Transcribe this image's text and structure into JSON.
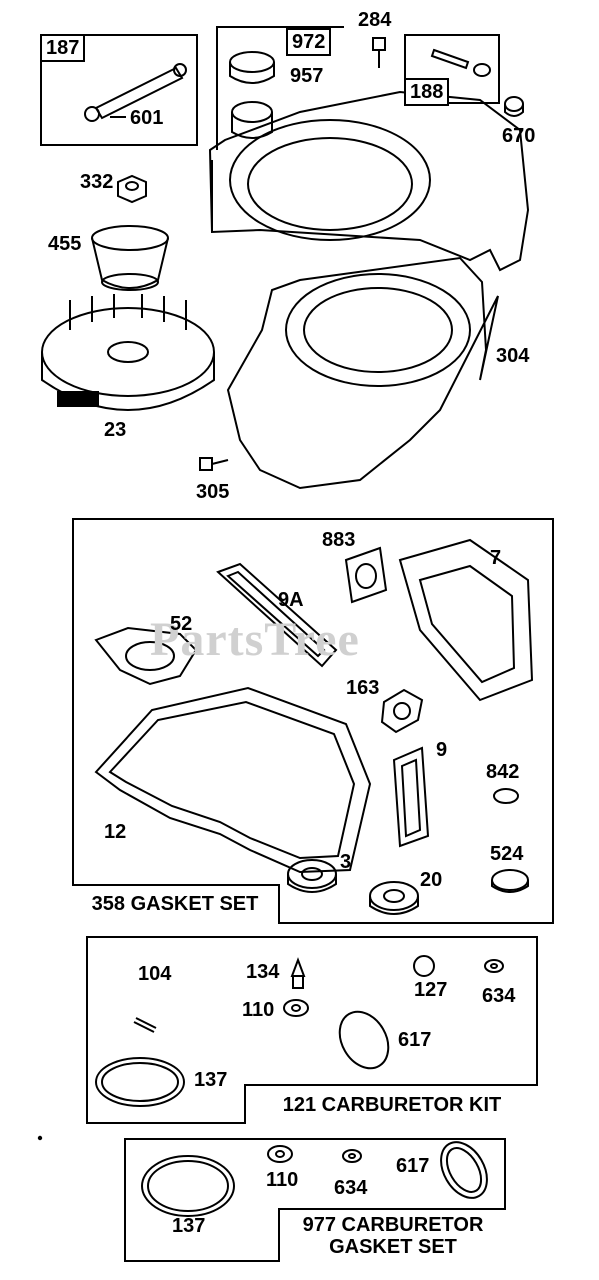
{
  "watermark": "PartsTree",
  "callouts": {
    "p187": "187",
    "p601": "601",
    "p972": "972",
    "p957": "957",
    "p284": "284",
    "p188": "188",
    "p670": "670",
    "p332": "332",
    "p455": "455",
    "p23": "23",
    "p305": "305",
    "p304": "304",
    "p883": "883",
    "p7": "7",
    "p9a": "9A",
    "p52": "52",
    "p163": "163",
    "p9": "9",
    "p842": "842",
    "p12": "12",
    "p3": "3",
    "p20": "20",
    "p524": "524",
    "p104": "104",
    "p134": "134",
    "p127": "127",
    "p634": "634",
    "p110": "110",
    "p617": "617",
    "p137": "137",
    "p110b": "110",
    "p634b": "634",
    "p617b": "617",
    "p137b": "137"
  },
  "kits": {
    "gasket_set": "358 GASKET SET",
    "carb_kit": "121 CARBURETOR KIT",
    "carb_gasket_line1": "977 CARBURETOR",
    "carb_gasket_line2": "GASKET SET"
  }
}
